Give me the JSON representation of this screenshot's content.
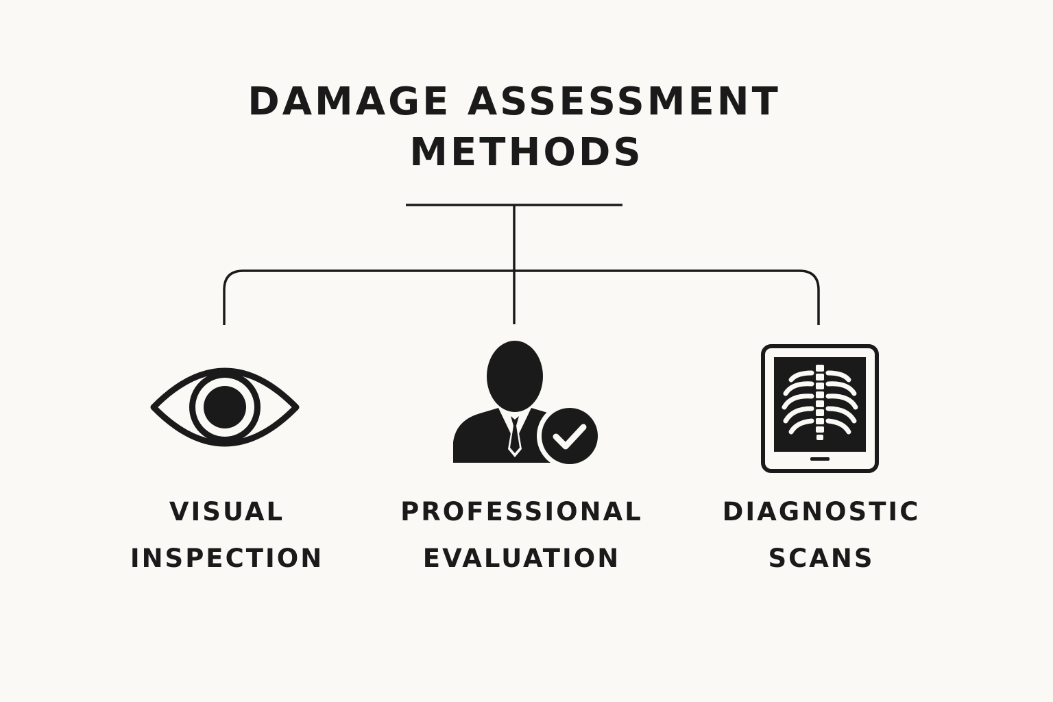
{
  "title": {
    "line1": "DAMAGE ASSESSMENT",
    "line2": "METHODS"
  },
  "methods": [
    {
      "line1": "VISUAL",
      "line2": "INSPECTION",
      "icon": "eye-icon"
    },
    {
      "line1": "PROFESSIONAL",
      "line2": "EVALUATION",
      "icon": "professional-check-icon"
    },
    {
      "line1": "DIAGNOSTIC",
      "line2": "SCANS",
      "icon": "xray-tablet-icon"
    }
  ],
  "colors": {
    "background": "#faf9f5",
    "ink": "#1a1a1a"
  }
}
